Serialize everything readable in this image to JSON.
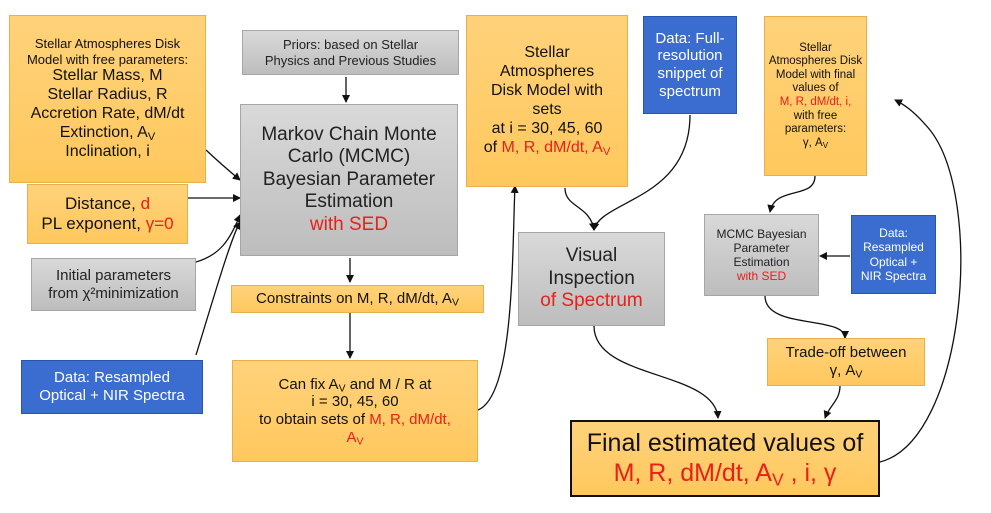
{
  "model_free": {
    "title": "Stellar Atmospheres Disk Model with free parameters:",
    "params": [
      "Stellar Mass, M",
      "Stellar Radius, R",
      "Accretion Rate, dM/dt",
      "Extinction, A",
      "Inclination, i"
    ],
    "extinction_sub": "V"
  },
  "distance": {
    "label": "Distance, ",
    "d": "d",
    "pl_label": "PL exponent, ",
    "gamma": "γ=0"
  },
  "initial": {
    "line1": "Initial parameters",
    "line2": "from χ²minimization"
  },
  "data_left": {
    "line1": "Data: Resampled",
    "line2": "Optical + NIR Spectra"
  },
  "priors": {
    "line1": "Priors: based on Stellar",
    "line2": "Physics and Previous Studies"
  },
  "mcmc_main": {
    "lines": [
      "Markov Chain Monte",
      "Carlo (MCMC)",
      "Bayesian Parameter",
      "Estimation"
    ],
    "red": "with SED"
  },
  "constraints": {
    "text": "Constraints on M, R, dM/dt, A",
    "sub": "V"
  },
  "fix": {
    "line1_a": "Can fix A",
    "line1_sub": "V",
    "line1_b": " and M / R at",
    "line2": "i = 30, 45, 60",
    "line3_a": "to obtain sets of ",
    "line3_red": "M, R, dM/dt,",
    "line4": "A",
    "line4_sub": "V"
  },
  "model_sets": {
    "lines": [
      "Stellar",
      "Atmospheres",
      "Disk Model with",
      "sets",
      "at  i = 30, 45, 60"
    ],
    "of": "of ",
    "red": "M, R, dM/dt, A",
    "red_sub": "V"
  },
  "data_snippet": {
    "lines": [
      "Data: Full-",
      "resolution",
      "snippet of",
      "spectrum"
    ]
  },
  "visual": {
    "line1": "Visual",
    "line2": "Inspection",
    "red": "of Spectrum"
  },
  "model_final": {
    "lines": [
      "Stellar",
      "Atmospheres Disk",
      "Model with final",
      "values of"
    ],
    "red": "M, R, dM/dt, i,",
    "line5": "with free",
    "line6": "parameters:",
    "line7": "γ, A",
    "line7_sub": "V"
  },
  "mcmc_small": {
    "lines": [
      "MCMC Bayesian",
      "Parameter",
      "Estimation"
    ],
    "red": "with SED"
  },
  "data_right": {
    "lines": [
      "Data:",
      "Resampled",
      "Optical +",
      "NIR Spectra"
    ]
  },
  "tradeoff": {
    "line1": "Trade-off between",
    "line2": "γ, A",
    "line2_sub": "V"
  },
  "final": {
    "line1": "Final estimated values of",
    "red_a": "M, R, dM/dt, A",
    "red_sub": "V",
    "red_b": " , i, γ"
  },
  "colors": {
    "orange": "#ffc85e",
    "gray": "#bdbdbd",
    "blue": "#3b6ccf",
    "red": "#e8201b"
  }
}
